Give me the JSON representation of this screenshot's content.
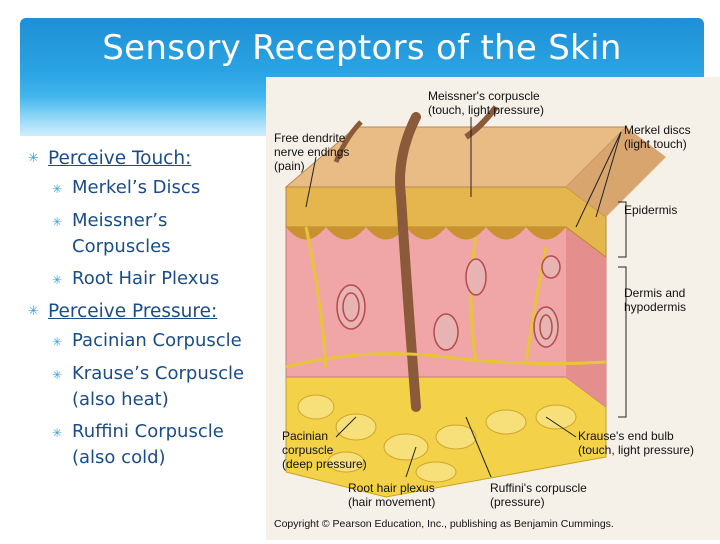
{
  "slide": {
    "title": "Sensory Receptors of the Skin",
    "bullets": [
      {
        "heading": "Perceive Touch:",
        "items": [
          "Merkel’s Discs",
          "Meissner’s Corpuscles",
          "Root Hair Plexus"
        ]
      },
      {
        "heading": "Perceive Pressure:",
        "items": [
          "Pacinian Corpuscle",
          "Krause’s Corpuscle (also heat)",
          "Ruffini Corpuscle (also cold)"
        ]
      }
    ]
  },
  "figure": {
    "labels": {
      "meissner": "Meissner's corpuscle\n(touch, light pressure)",
      "free_dendrite": "Free dendrite\nnerve endings\n(pain)",
      "merkel": "Merkel discs\n(light touch)",
      "epidermis": "Epidermis",
      "dermis": "Dermis and\nhypodermis",
      "pacinian": "Pacinian\ncorpuscle\n(deep pressure)",
      "krause": "Krause's end bulb\n(touch, light pressure)",
      "root_hair": "Root hair plexus\n(hair movement)",
      "ruffini": "Ruffini's corpuscle\n(pressure)"
    },
    "copyright": "Copyright © Pearson Education, Inc., publishing as Benjamin Cummings."
  },
  "colors": {
    "banner": "#2aa3e3",
    "text": "#1a4c8b",
    "bullet": "#3aa0d8"
  }
}
